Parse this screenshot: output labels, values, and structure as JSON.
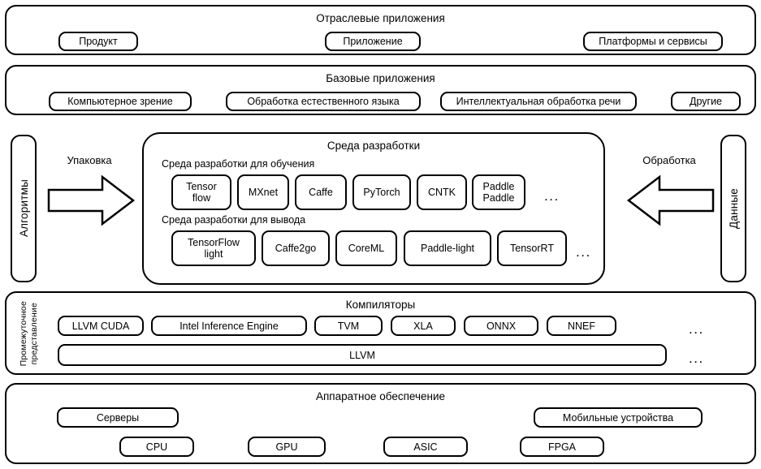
{
  "diagram": {
    "title": "AI software stack layers",
    "stroke_color": "#000000",
    "background_color": "#ffffff"
  },
  "layers": {
    "industry_applications": {
      "title": "Отраслевые приложения",
      "items": [
        {
          "label": "Продукт"
        },
        {
          "label": "Приложение"
        },
        {
          "label": "Платформы и сервисы"
        }
      ]
    },
    "basic_applications": {
      "title": "Базовые приложения",
      "items": [
        {
          "label": "Компьютерное зрение"
        },
        {
          "label": "Обработка естественного языка"
        },
        {
          "label": "Интеллектуальная обработка речи"
        },
        {
          "label": "Другие"
        }
      ]
    },
    "development_environment": {
      "title": "Среда разработки",
      "left_label": "Алгоритмы",
      "left_arrow_label": "Упаковка",
      "right_label": "Данные",
      "right_arrow_label": "Обработка",
      "training": {
        "subtitle": "Среда разработки для обучения",
        "items": [
          {
            "label": "Tensor\nflow"
          },
          {
            "label": "MXnet"
          },
          {
            "label": "Caffe"
          },
          {
            "label": "PyTorch"
          },
          {
            "label": "CNTK"
          },
          {
            "label": "Paddle\nPaddle"
          }
        ],
        "ellipsis": "..."
      },
      "inference": {
        "subtitle": "Среда разработки для вывода",
        "items": [
          {
            "label": "TensorFlow\nlight"
          },
          {
            "label": "Caffe2go"
          },
          {
            "label": "CoreML"
          },
          {
            "label": "Paddle-light"
          },
          {
            "label": "TensorRT"
          }
        ],
        "ellipsis": "..."
      }
    },
    "compilers": {
      "title": "Компиляторы",
      "left_label": "Промежуточное\nпредставление",
      "items": [
        {
          "label": "LLVM CUDA"
        },
        {
          "label": "Intel Inference Engine"
        },
        {
          "label": "TVM"
        },
        {
          "label": "XLA"
        },
        {
          "label": "ONNX"
        },
        {
          "label": "NNEF"
        }
      ],
      "ellipsis_top": "...",
      "wide_item": {
        "label": "LLVM"
      },
      "ellipsis_bottom": "..."
    },
    "hardware": {
      "title": "Аппаратное обеспечение",
      "top_items": [
        {
          "label": "Серверы"
        },
        {
          "label": "Мобильные устройства"
        }
      ],
      "bottom_items": [
        {
          "label": "CPU"
        },
        {
          "label": "GPU"
        },
        {
          "label": "ASIC"
        },
        {
          "label": "FPGA"
        }
      ]
    }
  }
}
